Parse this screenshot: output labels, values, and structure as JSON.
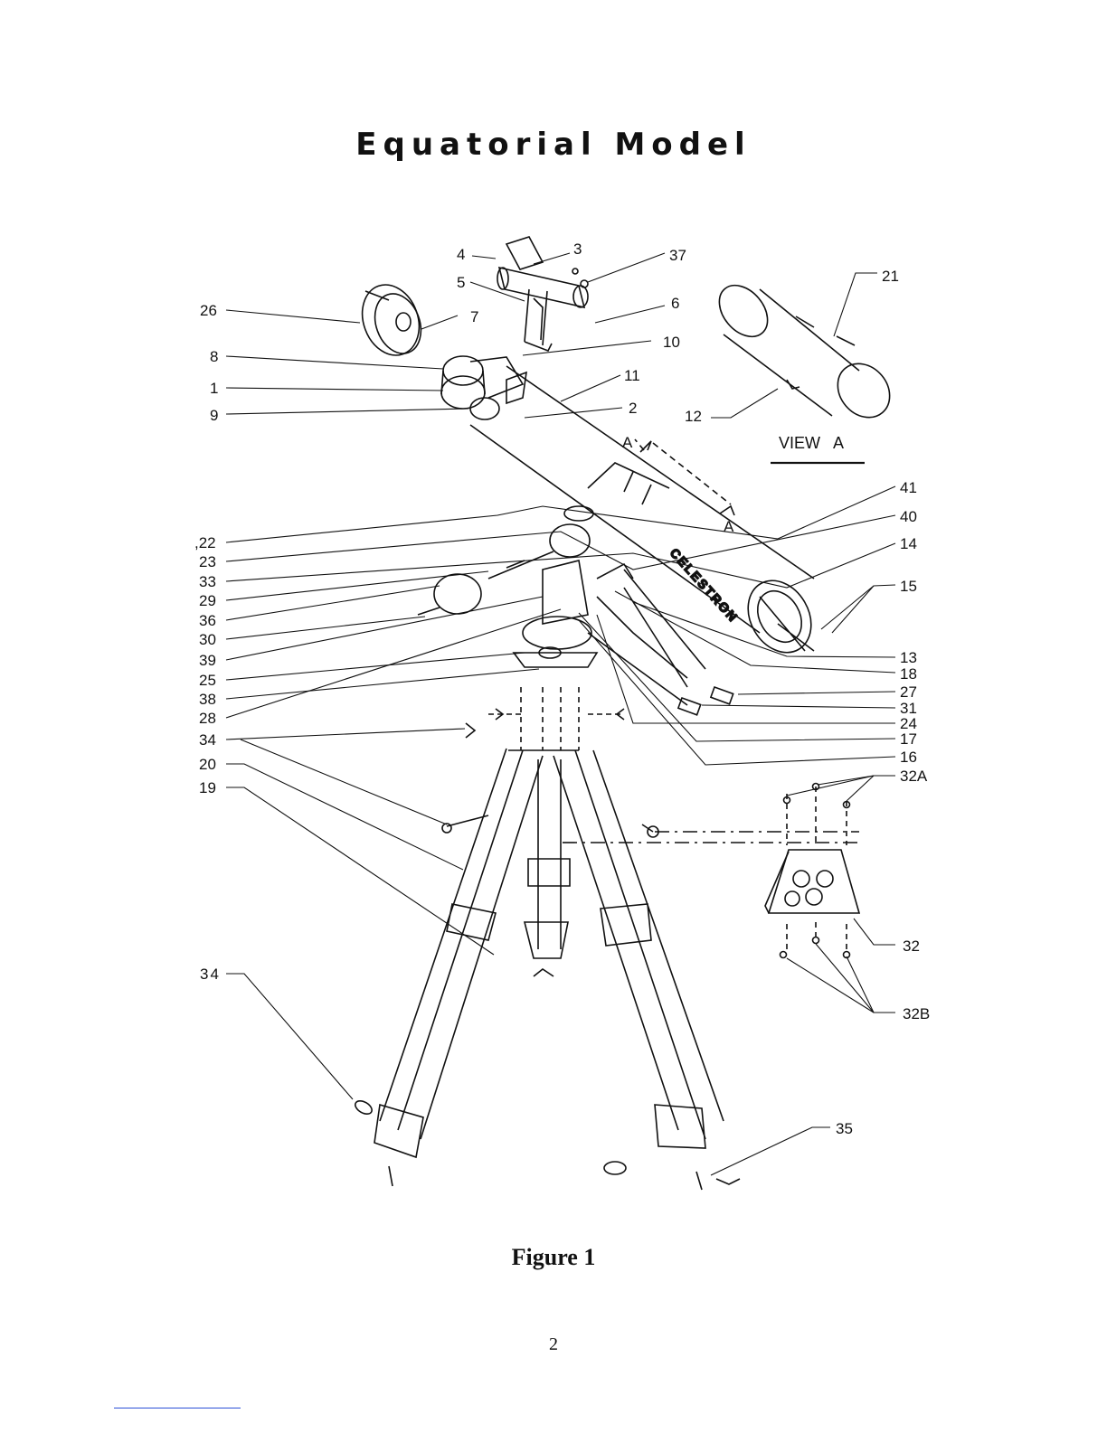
{
  "title": "Equatorial Model",
  "view_label": "VIEW   A",
  "section_marks": [
    "A",
    "A"
  ],
  "callouts": {
    "c3": "3",
    "c37": "37",
    "c4": "4",
    "c5": "5",
    "c6": "6",
    "c26": "26",
    "c7": "7",
    "c10": "10",
    "c8": "8",
    "c11": "11",
    "c1": "1",
    "c9": "9",
    "c2": "2",
    "c21": "21",
    "c12": "12",
    "c41": "41",
    "c40": "40",
    "c14": "14",
    "c15": "15",
    "c22": ",22",
    "c23": "23",
    "c33": "33",
    "c29": "29",
    "c36": "36",
    "c30": "30",
    "c39": "39",
    "c25": "25",
    "c38": "38",
    "c28": "28",
    "c34": "34",
    "c20": "20",
    "c19": "19",
    "c13": "13",
    "c18": "18",
    "c27": "27",
    "c31": "31",
    "c24": "24",
    "c17": "17",
    "c16": "16",
    "c32a": "32A",
    "c32": "32",
    "c32b": "32B",
    "c34b": "34",
    "c35": "35"
  },
  "brand_text": "CELESTRON",
  "figure_caption": "Figure 1",
  "page_number": "2"
}
